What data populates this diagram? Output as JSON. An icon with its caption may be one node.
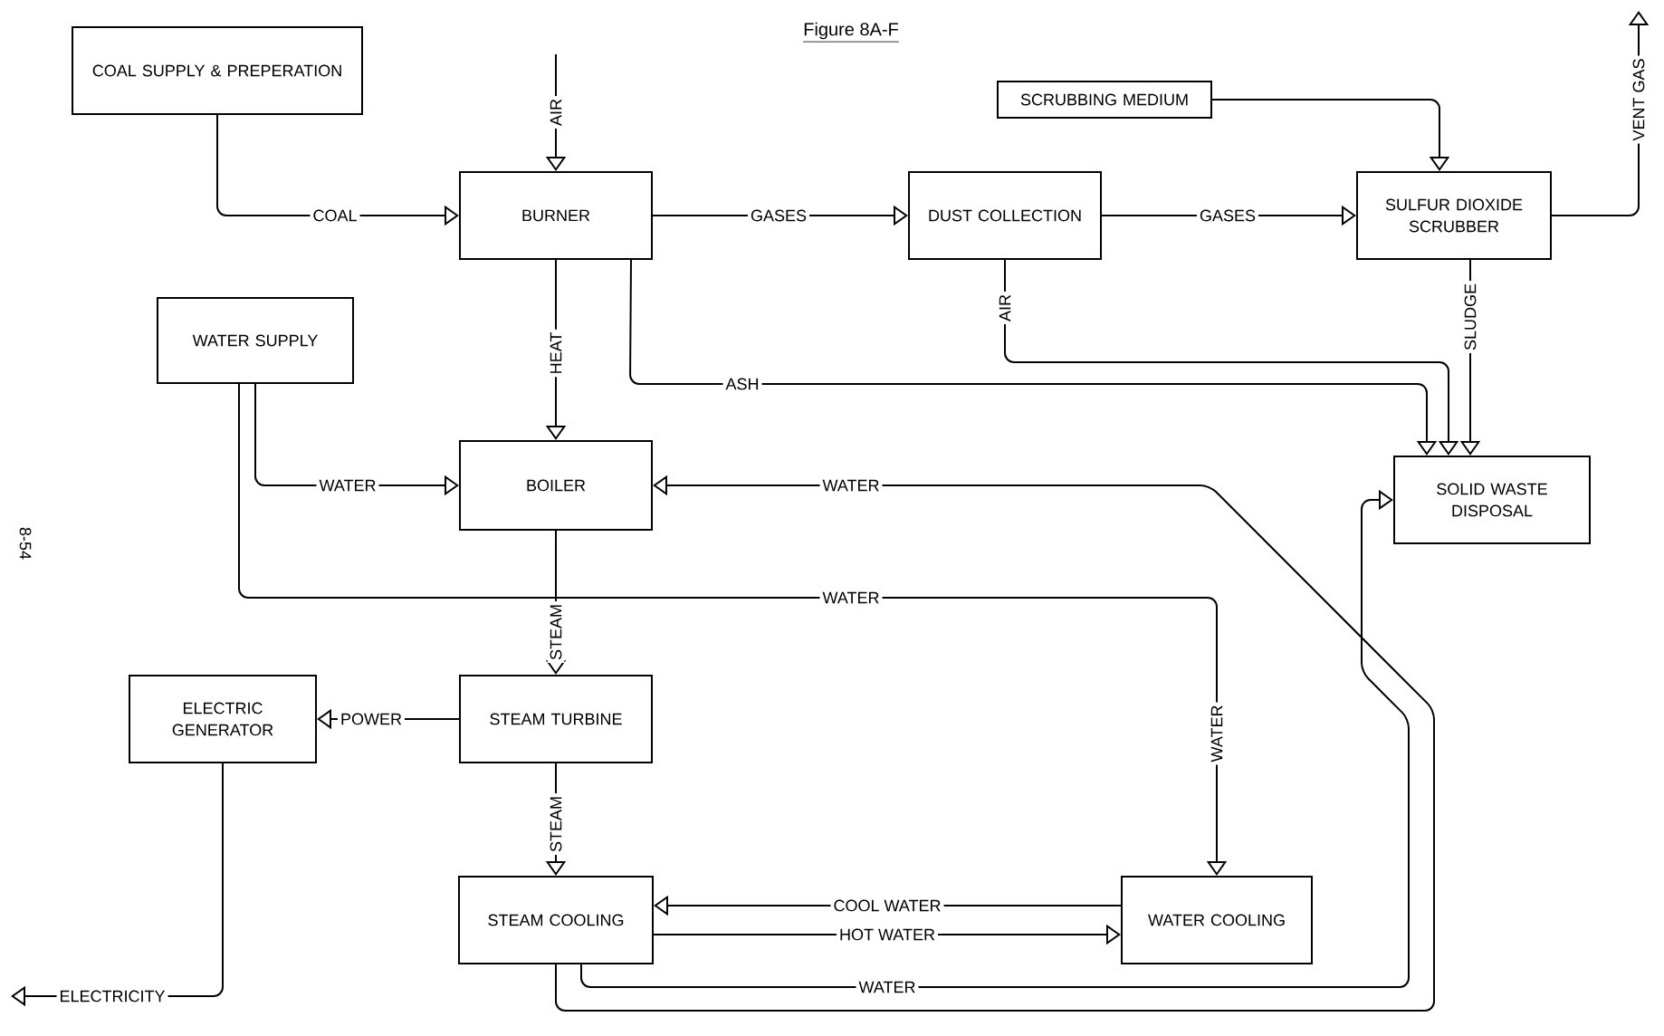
{
  "diagram": {
    "title": "Figure 8A-F",
    "nodes": [
      {
        "text": [
          "COAL SUPPLY & PREPERATION"
        ]
      },
      {
        "text": [
          "BURNER"
        ]
      },
      {
        "text": [
          "DUST COLLECTION"
        ]
      },
      {
        "text": [
          "SULFUR DIOXIDE SCRUBBER"
        ]
      },
      {
        "text": [
          "SCRUBBING MEDIUM"
        ]
      },
      {
        "text": [
          "WATER SUPPLY"
        ]
      },
      {
        "text": [
          "BOILER"
        ]
      },
      {
        "text": [
          "SOLID WASTE DISPOSAL"
        ]
      },
      {
        "text": [
          "ELECTRIC GENERATOR"
        ]
      },
      {
        "text": [
          "STEAM TURBINE"
        ]
      },
      {
        "text": [
          "STEAM COOLING"
        ]
      },
      {
        "text": [
          "WATER COOLING"
        ]
      }
    ],
    "edges": [
      {
        "from": 0,
        "to": 1,
        "arrow": "to",
        "label": "COAL"
      },
      {
        "from": null,
        "to": 1,
        "arrow": "to",
        "label": "AIR"
      },
      {
        "from": 1,
        "to": 2,
        "arrow": "to",
        "label": "GASES"
      },
      {
        "from": 2,
        "to": 3,
        "arrow": "to",
        "label": "GASES"
      },
      {
        "from": 4,
        "to": 3,
        "arrow": "to"
      },
      {
        "from": 3,
        "to": null,
        "arrow": "to",
        "label": "VENT GAS"
      },
      {
        "from": 1,
        "to": 6,
        "arrow": "to",
        "label": "HEAT"
      },
      {
        "from": 1,
        "to": 7,
        "arrow": "to",
        "label": "ASH"
      },
      {
        "from": 2,
        "to": 7,
        "arrow": "to",
        "label": "AIR"
      },
      {
        "from": 3,
        "to": 7,
        "arrow": "to",
        "label": "SLUDGE"
      },
      {
        "from": 5,
        "to": 6,
        "arrow": "to",
        "label": "WATER"
      },
      {
        "from": 6,
        "to": 9,
        "arrow": "to",
        "label": "STEAM"
      },
      {
        "from": 9,
        "to": 8,
        "arrow": "to",
        "label": "POWER"
      },
      {
        "from": 8,
        "to": null,
        "arrow": "to",
        "label": "ELECTRICITY"
      },
      {
        "from": 9,
        "to": 10,
        "arrow": "to",
        "label": "STEAM"
      },
      {
        "from": 11,
        "to": 10,
        "arrow": "to",
        "label": "COOL WATER"
      },
      {
        "from": 10,
        "to": 11,
        "arrow": "to",
        "label": "HOT WATER"
      },
      {
        "from": 5,
        "to": 11,
        "arrow": "to",
        "label": "WATER"
      },
      {
        "from": 10,
        "to": 6,
        "arrow": "to",
        "label": "WATER"
      },
      {
        "from": 10,
        "to": 7,
        "arrow": "to",
        "label": "WATER"
      }
    ],
    "labels": [
      "WATER",
      "8-54"
    ]
  }
}
